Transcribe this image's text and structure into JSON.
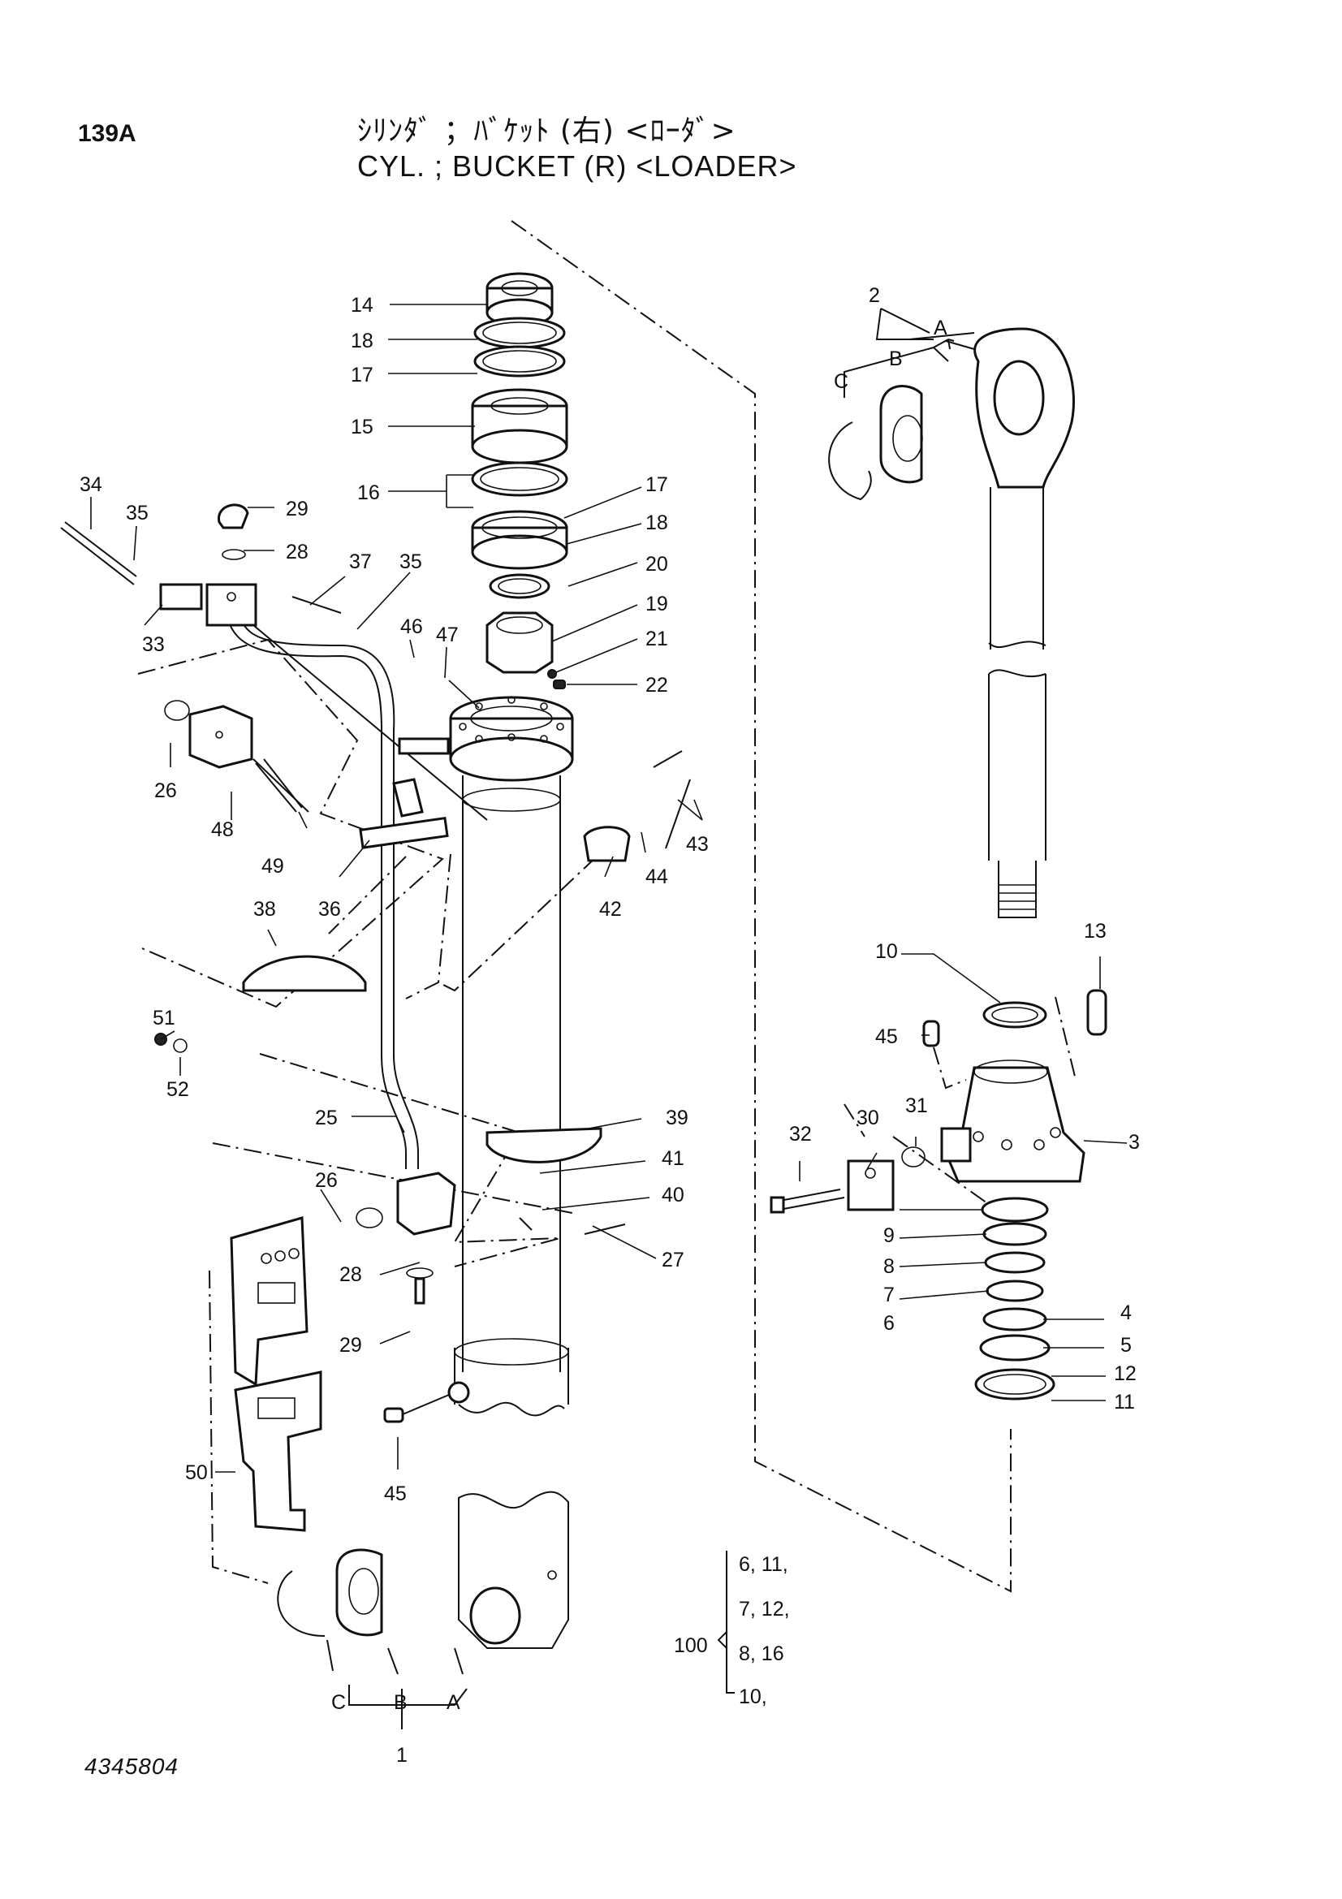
{
  "header": {
    "page_number": "139A",
    "title_jp": "ｼﾘﾝﾀﾞ ；ﾊﾞｹｯﾄ (右) <ﾛｰﾀﾞ>",
    "title_en": "CYL. ; BUCKET (R) <LOADER>"
  },
  "drawing_number": "4345804",
  "callouts": {
    "c1": "1",
    "c2": "2",
    "c3": "3",
    "c4": "4",
    "c5": "5",
    "c6": "6",
    "c7": "7",
    "c8": "8",
    "c9": "9",
    "c10": "10",
    "c11": "11",
    "c12": "12",
    "c13": "13",
    "c14": "14",
    "c15": "15",
    "c16": "16",
    "c17a": "17",
    "c17b": "17",
    "c18a": "18",
    "c18b": "18",
    "c19": "19",
    "c20": "20",
    "c21": "21",
    "c22": "22",
    "c25": "25",
    "c26a": "26",
    "c26b": "26",
    "c27": "27",
    "c28a": "28",
    "c28b": "28",
    "c29a": "29",
    "c29b": "29",
    "c30": "30",
    "c31": "31",
    "c32": "32",
    "c33": "33",
    "c34": "34",
    "c35a": "35",
    "c35b": "35",
    "c36": "36",
    "c37": "37",
    "c38": "38",
    "c39": "39",
    "c40": "40",
    "c41": "41",
    "c42": "42",
    "c43": "43",
    "c44": "44",
    "c45a": "45",
    "c45b": "45",
    "c46": "46",
    "c47": "47",
    "c48": "48",
    "c49": "49",
    "c50": "50",
    "c51": "51",
    "c52": "52"
  },
  "sub_labels": {
    "top_a": "A",
    "top_b": "B",
    "top_c": "C",
    "bottom_a": "A",
    "bottom_b": "B",
    "bottom_c": "C"
  },
  "kit_group": {
    "number": "100",
    "rows": [
      "6, 11,",
      "7, 12,",
      "8, 16",
      "10,"
    ]
  }
}
